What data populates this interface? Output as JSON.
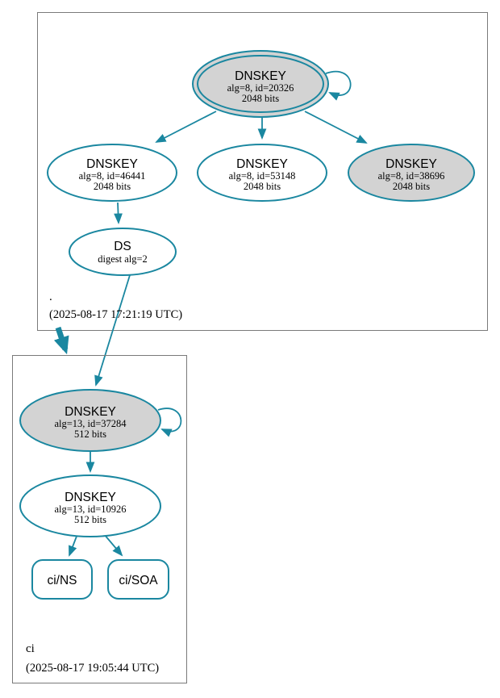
{
  "diagram_type": "dnssec-authentication-chain",
  "colors": {
    "edge_teal": "#1a87a0",
    "node_gray_fill": "#d3d3d3",
    "node_white_fill": "#ffffff",
    "zone_box_border": "#7a7a7a",
    "text": "#000000",
    "background": "#ffffff"
  },
  "zones": {
    "root": {
      "label": ".",
      "timestamp": "(2025-08-17 17:21:19 UTC)",
      "nodes": {
        "ksk_20326": {
          "title": "DNSKEY",
          "detail1": "alg=8, id=20326",
          "detail2": "2048 bits"
        },
        "zsk_46441": {
          "title": "DNSKEY",
          "detail1": "alg=8, id=46441",
          "detail2": "2048 bits"
        },
        "zsk_53148": {
          "title": "DNSKEY",
          "detail1": "alg=8, id=53148",
          "detail2": "2048 bits"
        },
        "ksk_38696": {
          "title": "DNSKEY",
          "detail1": "alg=8, id=38696",
          "detail2": "2048 bits"
        },
        "ds": {
          "title": "DS",
          "detail1": "digest alg=2"
        }
      }
    },
    "ci": {
      "label": "ci",
      "timestamp": "(2025-08-17 19:05:44 UTC)",
      "nodes": {
        "ksk_37284": {
          "title": "DNSKEY",
          "detail1": "alg=13, id=37284",
          "detail2": "512 bits"
        },
        "zsk_10926": {
          "title": "DNSKEY",
          "detail1": "alg=13, id=10926",
          "detail2": "512 bits"
        },
        "rrset_ns": {
          "label": "ci/NS"
        },
        "rrset_soa": {
          "label": "ci/SOA"
        }
      }
    }
  },
  "edges": [
    {
      "from": "dnskey-20326",
      "to": "dnskey-20326",
      "type": "self-sign"
    },
    {
      "from": "dnskey-20326",
      "to": "dnskey-46441",
      "type": "sign"
    },
    {
      "from": "dnskey-20326",
      "to": "dnskey-53148",
      "type": "sign"
    },
    {
      "from": "dnskey-20326",
      "to": "dnskey-38696",
      "type": "sign"
    },
    {
      "from": "dnskey-46441",
      "to": "ds-root",
      "type": "sign"
    },
    {
      "from": "ds-root",
      "to": "dnskey-37284",
      "type": "delegation"
    },
    {
      "from": "zone-root",
      "to": "zone-ci",
      "type": "delegation"
    },
    {
      "from": "dnskey-37284",
      "to": "dnskey-37284",
      "type": "self-sign"
    },
    {
      "from": "dnskey-37284",
      "to": "dnskey-10926",
      "type": "sign"
    },
    {
      "from": "dnskey-10926",
      "to": "rrset-ci-ns",
      "type": "sign"
    },
    {
      "from": "dnskey-10926",
      "to": "rrset-ci-soa",
      "type": "sign"
    }
  ]
}
